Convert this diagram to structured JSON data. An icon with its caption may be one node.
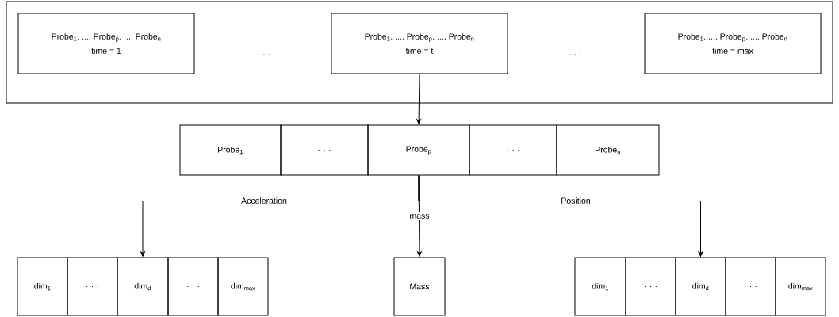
{
  "diagram": {
    "nodes": [
      {
        "text": [],
        "shape": "box"
      },
      {
        "text": [
          "Probe$_{1}$, ..., Probe$_{p}$, ..., Probe$_{n}$",
          "time = 1"
        ],
        "in": 0
      },
      {
        "text": [
          "Probe$_{1}$, ..., Probe$_{p}$, ..., Probe$_{n}$",
          "time = t"
        ],
        "in": 0
      },
      {
        "text": [
          "Probe$_{1}$, ..., Probe$_{p}$, ..., Probe$_{n}$",
          "time = max"
        ],
        "in": 0
      },
      {
        "text": [
          "Probe$_{1}$"
        ]
      },
      {
        "text": [
          ". . ."
        ]
      },
      {
        "text": [
          "Probe$_{p}$"
        ]
      },
      {
        "text": [
          ". . ."
        ]
      },
      {
        "text": [
          "Probe$_{n}$"
        ]
      },
      {
        "text": [
          "dim$_{1}$"
        ]
      },
      {
        "text": [
          ". . ."
        ]
      },
      {
        "text": [
          "dim$_{d}$"
        ]
      },
      {
        "text": [
          ". . ."
        ]
      },
      {
        "text": [
          "dim$_{max}$"
        ]
      },
      {
        "text": [
          "Mass"
        ]
      },
      {
        "text": [
          "dim$_{1}$"
        ]
      },
      {
        "text": [
          ". . ."
        ]
      },
      {
        "text": [
          "dim$_{d}$"
        ]
      },
      {
        "text": [
          ". . ."
        ]
      },
      {
        "text": [
          "dim$_{max}$"
        ]
      }
    ],
    "edges": [
      {
        "from": 2,
        "to": 6,
        "arrow": "to"
      },
      {
        "from": 6,
        "to": 11,
        "arrow": "to",
        "label": "Acceleration"
      },
      {
        "from": 6,
        "to": 14,
        "arrow": "to",
        "label": "mass"
      },
      {
        "from": 6,
        "to": 17,
        "arrow": "to",
        "label": "Position"
      }
    ],
    "labels": [
      ". . .",
      ". . ."
    ]
  }
}
